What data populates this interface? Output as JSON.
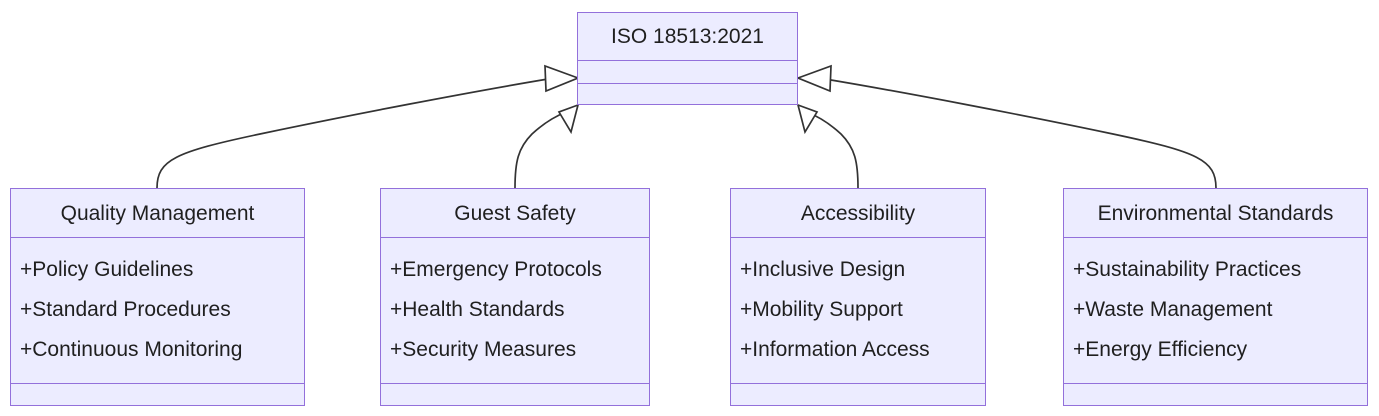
{
  "diagram": {
    "type": "uml-class-diagram",
    "relationship": "generalization",
    "colors": {
      "node_fill": "#ececff",
      "node_border": "#9370db",
      "edge_stroke": "#333333",
      "text": "#1f1f1f",
      "canvas_background": "#ffffff"
    },
    "parent": {
      "name": "ISO 18513:2021",
      "attributes": [],
      "methods": []
    },
    "children": [
      {
        "name": "Quality Management",
        "attributes": [
          "+Policy Guidelines",
          "+Standard Procedures",
          "+Continuous Monitoring"
        ],
        "methods": []
      },
      {
        "name": "Guest Safety",
        "attributes": [
          "+Emergency Protocols",
          "+Health Standards",
          "+Security Measures"
        ],
        "methods": []
      },
      {
        "name": "Accessibility",
        "attributes": [
          "+Inclusive Design",
          "+Mobility Support",
          "+Information Access"
        ],
        "methods": []
      },
      {
        "name": "Environmental Standards",
        "attributes": [
          "+Sustainability Practices",
          "+Waste Management",
          "+Energy Efficiency"
        ],
        "methods": []
      }
    ]
  }
}
